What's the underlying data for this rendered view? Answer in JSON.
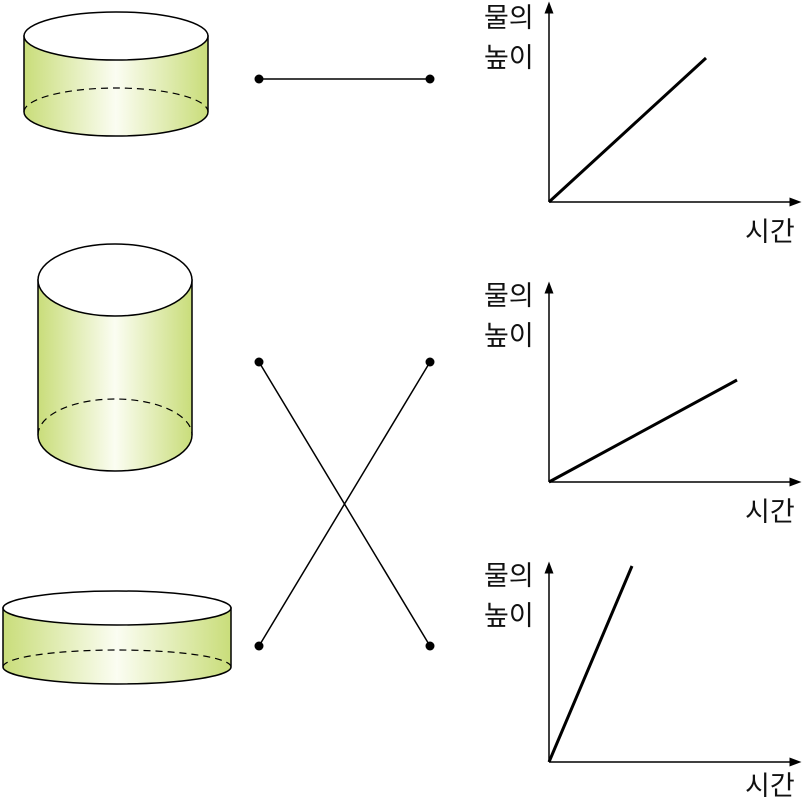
{
  "graph_labels": {
    "y_line1": "물의",
    "y_line2": "높이",
    "x": "시간"
  },
  "colors": {
    "cylinder_edge": "#c9dd7a",
    "cylinder_mid": "#fbfdf2",
    "outline": "#000000"
  },
  "containers": [
    {
      "id": "medium",
      "shape": "cylinder"
    },
    {
      "id": "tall",
      "shape": "cylinder"
    },
    {
      "id": "wide",
      "shape": "cylinder"
    }
  ],
  "connections": [
    {
      "from": "medium",
      "to_graph": 1
    },
    {
      "from": "tall",
      "to_graph": 3
    },
    {
      "from": "wide",
      "to_graph": 2
    }
  ],
  "graphs": [
    {
      "index": 1,
      "relative_rise": "medium"
    },
    {
      "index": 2,
      "relative_rise": "slow"
    },
    {
      "index": 3,
      "relative_rise": "fast"
    }
  ]
}
